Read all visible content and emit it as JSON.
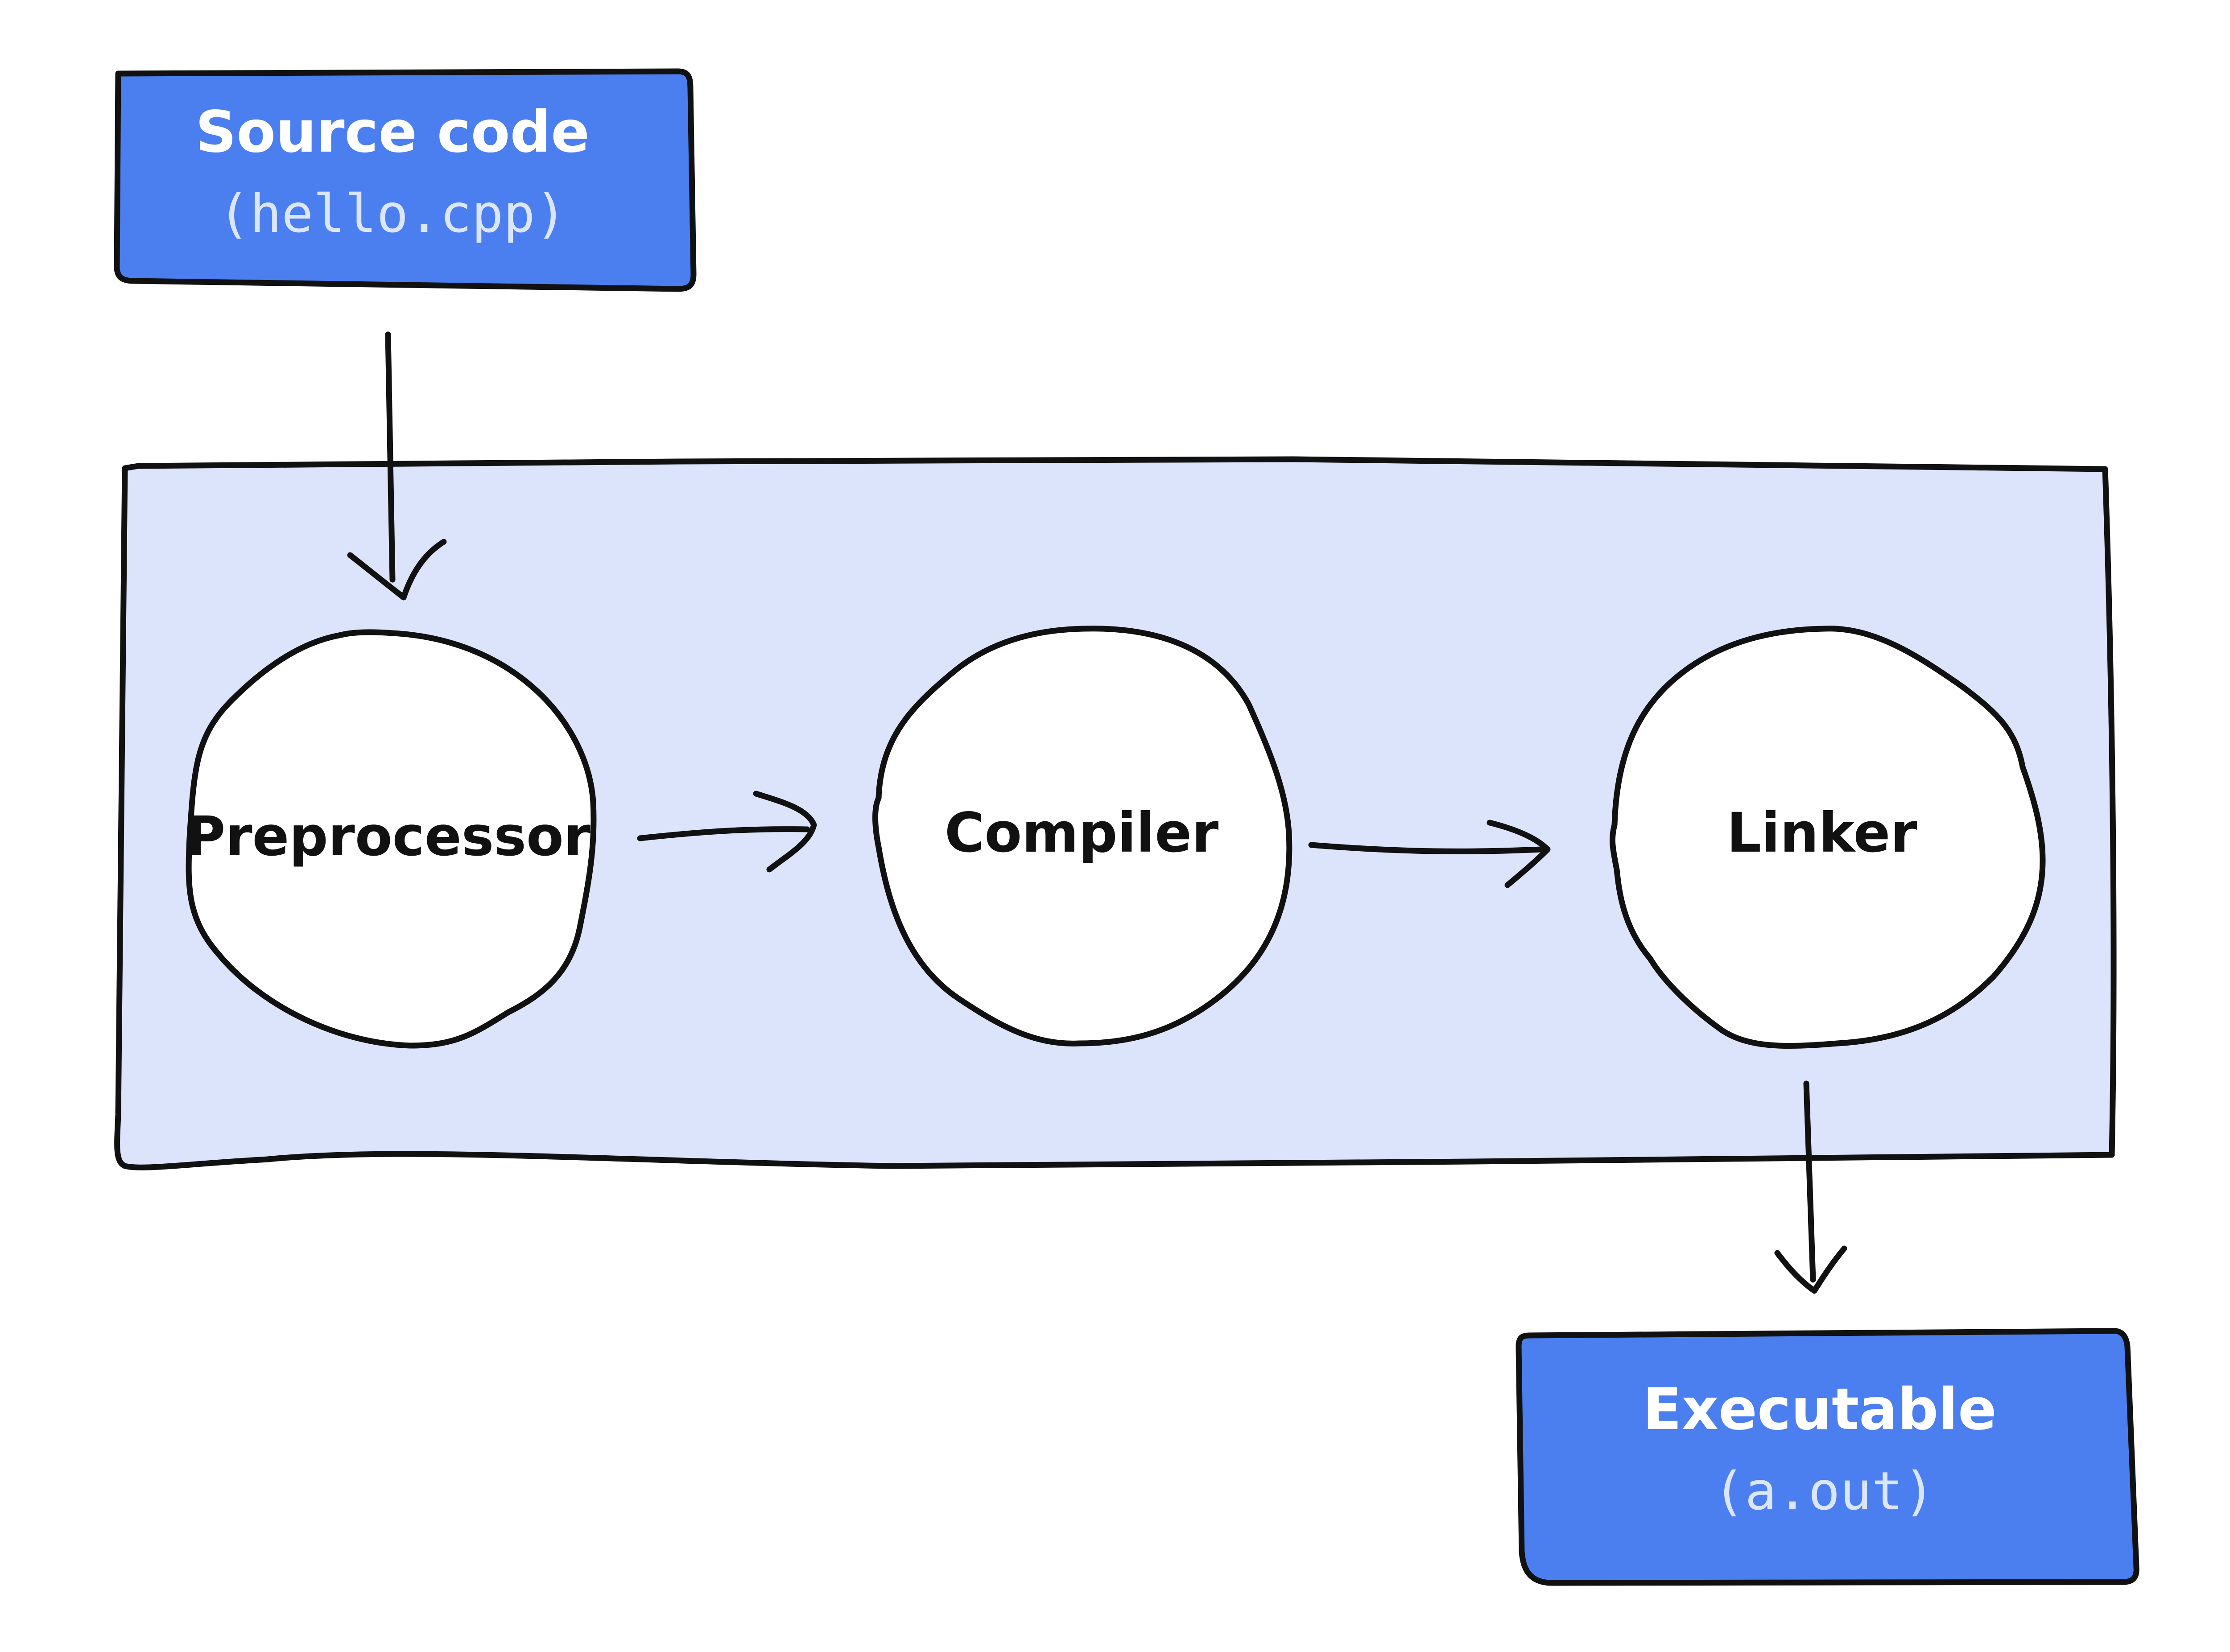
{
  "colors": {
    "box_fill": "#4b7ff0",
    "pipeline_fill": "#dbe4fb",
    "node_fill": "#ffffff",
    "stroke": "#111111",
    "box_text": "#ffffff",
    "box_subtext": "#dce6fb"
  },
  "source": {
    "title": "Source code",
    "file": "(hello.cpp)"
  },
  "stages": [
    {
      "label": "Preprocessor"
    },
    {
      "label": "Compiler"
    },
    {
      "label": "Linker"
    }
  ],
  "output": {
    "title": "Executable",
    "file": "(a.out)"
  }
}
